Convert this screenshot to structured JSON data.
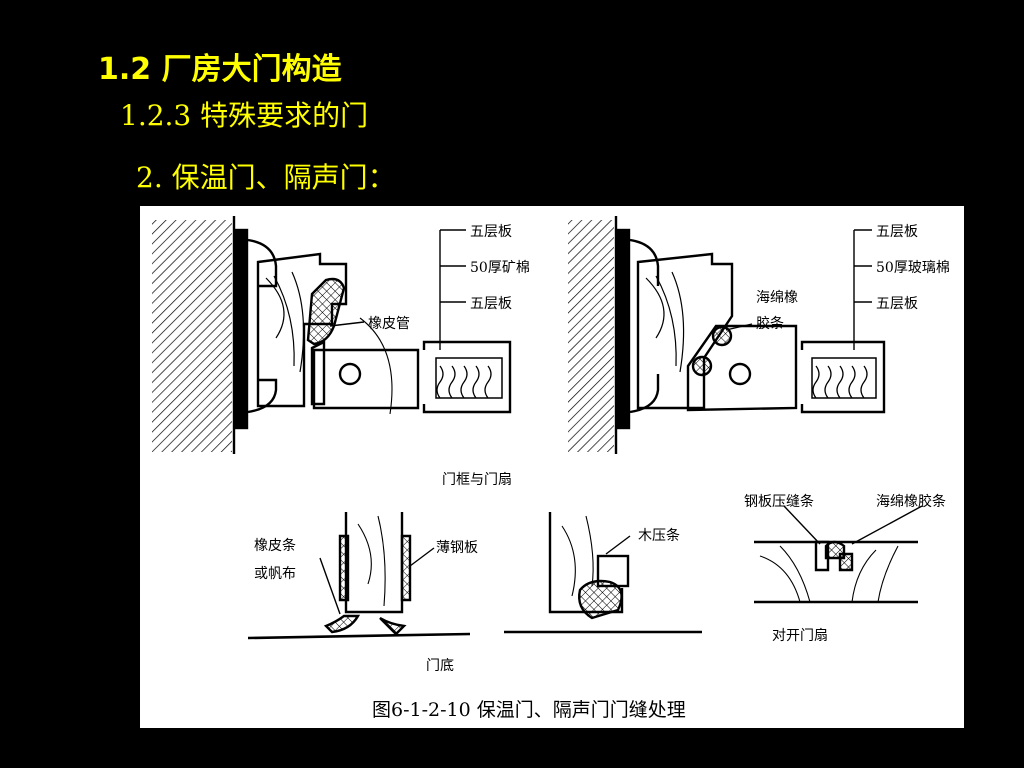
{
  "slide": {
    "heading": "1.2  厂房大门构造",
    "subheading": "1.2.3 特殊要求的门",
    "item": "2.  保温门、隔声门："
  },
  "figure": {
    "left_diagram": {
      "callout_1": "五层板",
      "callout_2": "50厚矿棉",
      "callout_3": "五层板",
      "rubber_tube": "橡皮管"
    },
    "right_diagram": {
      "callout_1": "五层板",
      "callout_2": "50厚玻璃棉",
      "callout_3": "五层板",
      "sponge_line1": "海绵橡",
      "sponge_line2": "胶条"
    },
    "frame_caption": "门框与门扇",
    "bottom_left": {
      "rubber_strip_line1": "橡皮条",
      "rubber_strip_line2": "或帆布",
      "thin_steel": "薄钢板"
    },
    "bottom_middle": {
      "wood_strip": "木压条"
    },
    "bottom_right": {
      "steel_strip": "钢板压缝条",
      "sponge_strip": "海绵橡胶条",
      "caption": "对开门扇"
    },
    "door_bottom_caption": "门底",
    "figure_caption": "图6-1-2-10   保温门、隔声门门缝处理"
  }
}
